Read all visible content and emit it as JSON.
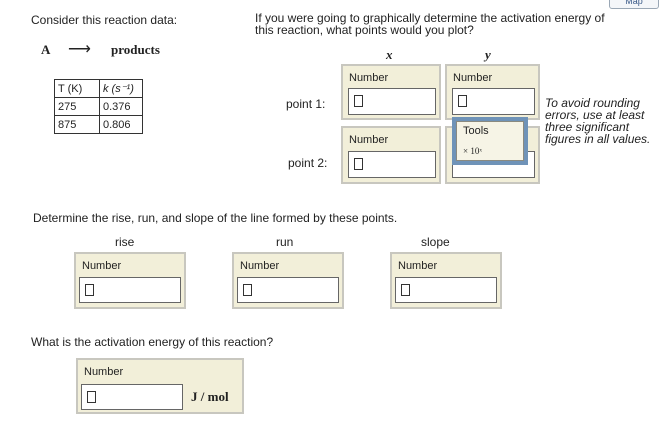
{
  "header": {
    "map_label": "Map"
  },
  "intro": {
    "prompt": "Consider this reaction data:",
    "reactant": "A",
    "arrow": "⟶",
    "product": "products"
  },
  "table": {
    "headers": [
      "T (K)",
      "k (s⁻¹)"
    ],
    "rows": [
      [
        "275",
        "0.376"
      ],
      [
        "875",
        "0.806"
      ]
    ]
  },
  "question1": "If you were going to graphically determine the activation energy of this reaction, what points would you plot?",
  "columns": {
    "x": "x",
    "y": "y"
  },
  "points": [
    {
      "label": "point 1:",
      "x_label": "Number",
      "y_label": "Number"
    },
    {
      "label": "point 2:",
      "x_label": "Number",
      "y_label": ""
    }
  ],
  "tools": {
    "label": "Tools",
    "sci_notation": "× 10ˣ"
  },
  "note": "To avoid rounding errors, use at least three significant figures in all values.",
  "question2": "Determine the rise, run, and slope of the line formed by these points.",
  "line_fields": [
    {
      "label": "rise",
      "box_label": "Number"
    },
    {
      "label": "run",
      "box_label": "Number"
    },
    {
      "label": "slope",
      "box_label": "Number"
    }
  ],
  "question3": "What is the activation energy of this reaction?",
  "energy": {
    "box_label": "Number",
    "unit": "J / mol"
  }
}
